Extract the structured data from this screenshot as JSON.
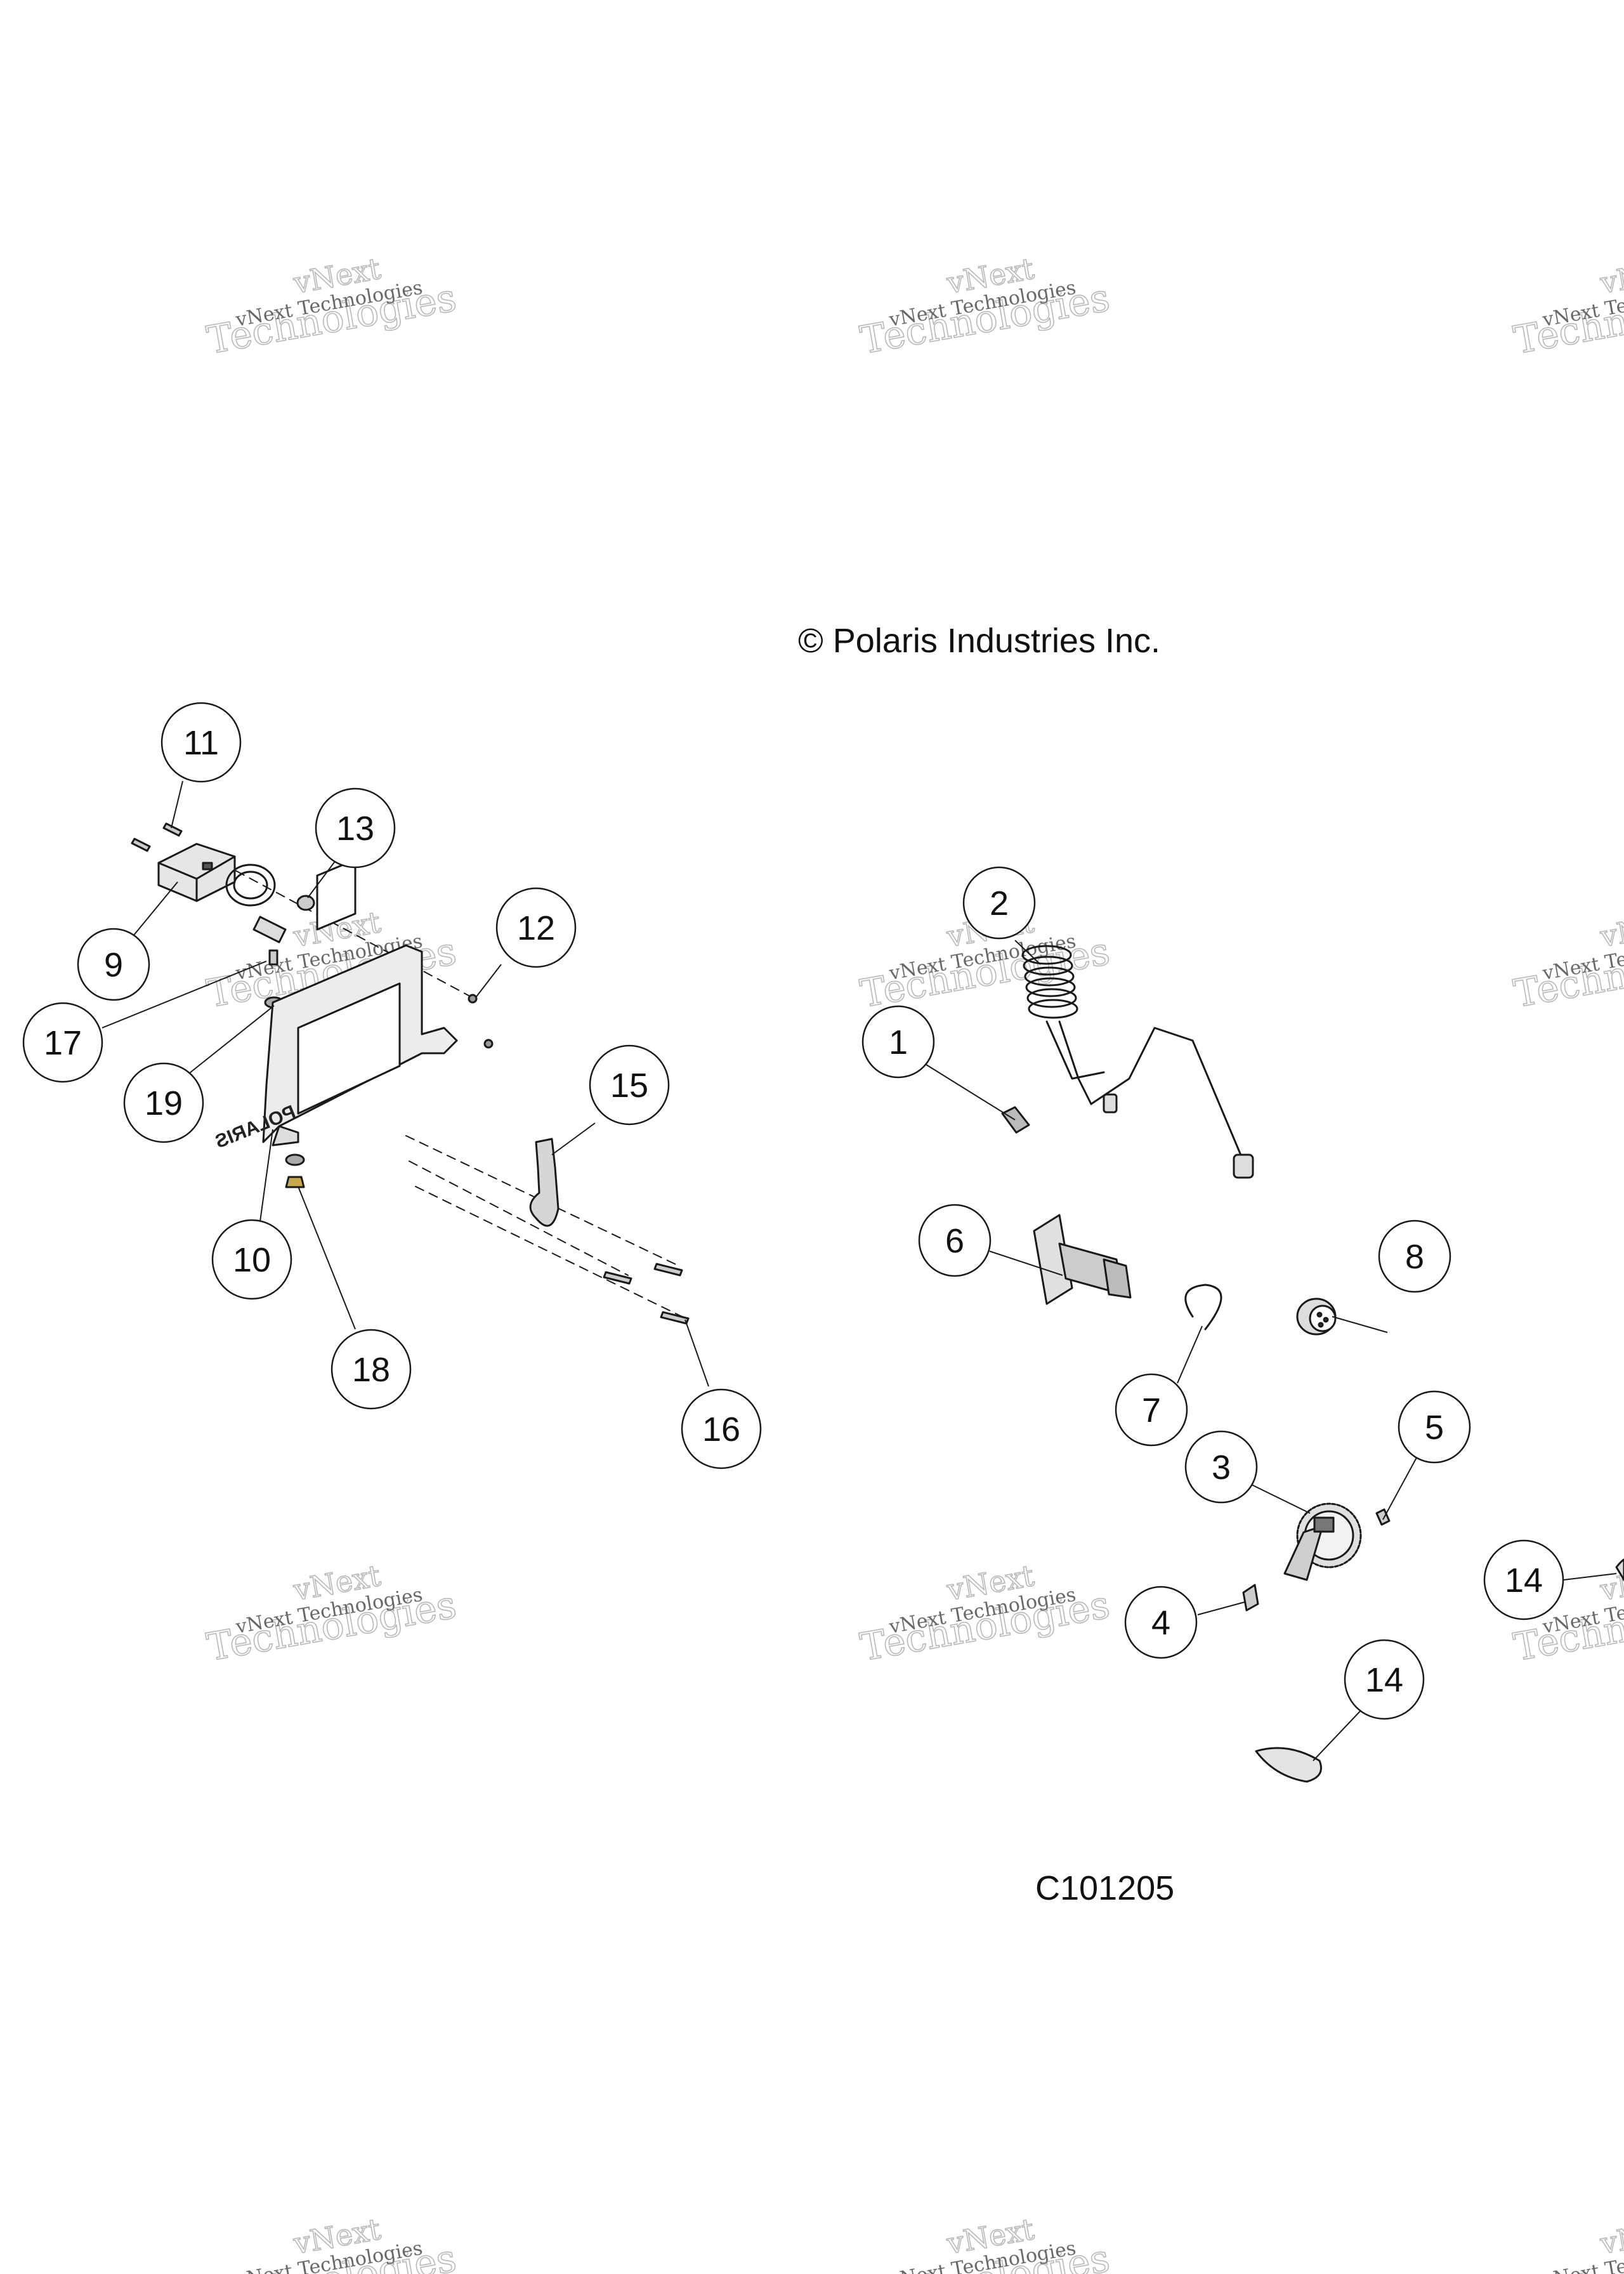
{
  "copyright": "© Polaris Industries Inc.",
  "diagram_code": "C101205",
  "watermark": {
    "line1": "vNext Technologies",
    "line2": "vNext",
    "line3": "Technologies"
  },
  "colors": {
    "line": "#1a1a1a",
    "part_fill": "#d8d8d8",
    "watermark": "#9a9a9a"
  },
  "callouts": {
    "c1": "1",
    "c2": "2",
    "c3": "3",
    "c4": "4",
    "c5": "5",
    "c6": "6",
    "c7": "7",
    "c8": "8",
    "c9": "9",
    "c10": "10",
    "c11": "11",
    "c12": "12",
    "c13": "13",
    "c14a": "14",
    "c14b": "14",
    "c15": "15",
    "c16": "16",
    "c17": "17",
    "c18": "18",
    "c19": "19"
  },
  "parts": {
    "bracket_stamp": "POLARIS"
  }
}
